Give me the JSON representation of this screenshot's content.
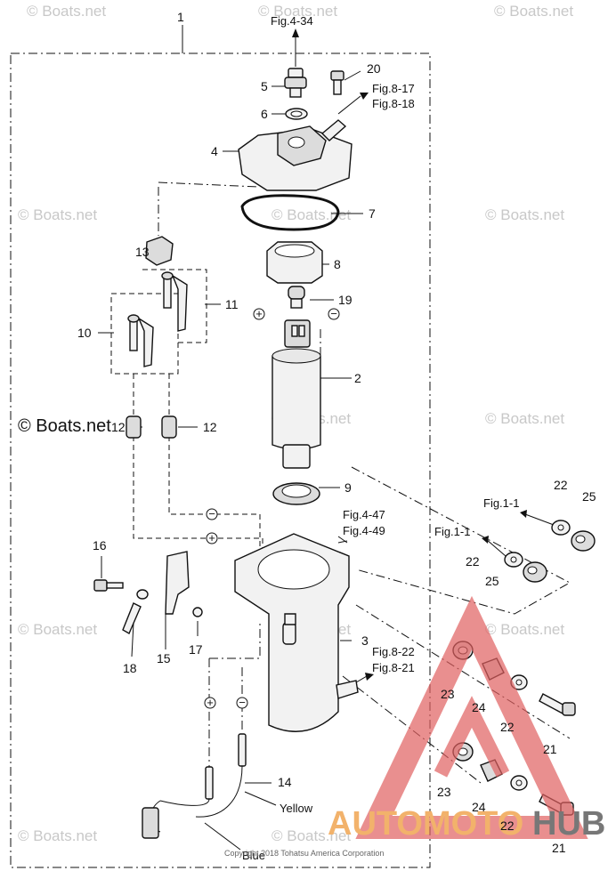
{
  "watermark": {
    "text": "© Boats.net",
    "highlight": "© Boats.net"
  },
  "copyright": "Copyright 2018 Tohatsu America Corporation",
  "logo": {
    "part1": "AUTOMOTO",
    "part2": "HUB",
    "colors": {
      "triangle": "#e06060",
      "text1": "#f2b26b",
      "text2": "#777777"
    }
  },
  "refs": {
    "fig434": "Fig.4-34",
    "fig817": "Fig.8-17",
    "fig818": "Fig.8-18",
    "fig447": "Fig.4-47",
    "fig449": "Fig.4-49",
    "fig11a": "Fig.1-1",
    "fig11b": "Fig.1-1",
    "fig822": "Fig.8-22",
    "fig821": "Fig.8-21"
  },
  "labels": {
    "p1": "1",
    "p2": "2",
    "p3": "3",
    "p4": "4",
    "p5": "5",
    "p6": "6",
    "p7": "7",
    "p8": "8",
    "p9": "9",
    "p10": "10",
    "p11": "11",
    "p12a": "12",
    "p12b": "12",
    "p13": "13",
    "p14": "14",
    "p15": "15",
    "p16": "16",
    "p17": "17",
    "p18": "18",
    "p19": "19",
    "p20": "20",
    "p21a": "21",
    "p21b": "21",
    "p22a": "22",
    "p22b": "22",
    "p22c": "22",
    "p22d": "22",
    "p23a": "23",
    "p23b": "23",
    "p24a": "24",
    "p24b": "24",
    "p25a": "25",
    "p25b": "25"
  },
  "wires": {
    "yellow": "Yellow",
    "blue": "Blue"
  },
  "signs": {
    "plus": "+",
    "minus": "−"
  }
}
